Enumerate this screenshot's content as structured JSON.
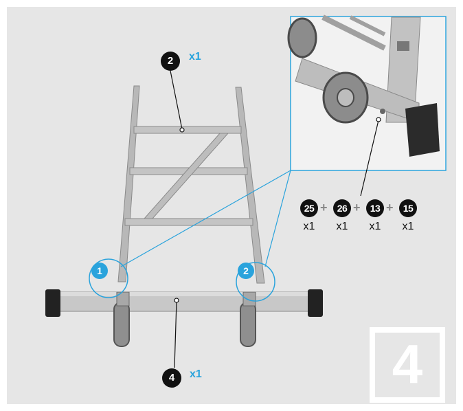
{
  "step": {
    "number": "4"
  },
  "callouts": {
    "rung_part": {
      "number": "2",
      "qty": "x1"
    },
    "base_part": {
      "number": "4",
      "qty": "x1"
    },
    "left_joint": {
      "number": "1"
    },
    "right_joint": {
      "number": "2"
    }
  },
  "hardware": [
    {
      "number": "25",
      "qty": "x1"
    },
    {
      "number": "26",
      "qty": "x1"
    },
    {
      "number": "13",
      "qty": "x1"
    },
    {
      "number": "15",
      "qty": "x1"
    }
  ],
  "plus_sign": "+",
  "colors": {
    "accent": "#2aa3dc",
    "background": "#e6e6e6",
    "badge": "#111111"
  }
}
